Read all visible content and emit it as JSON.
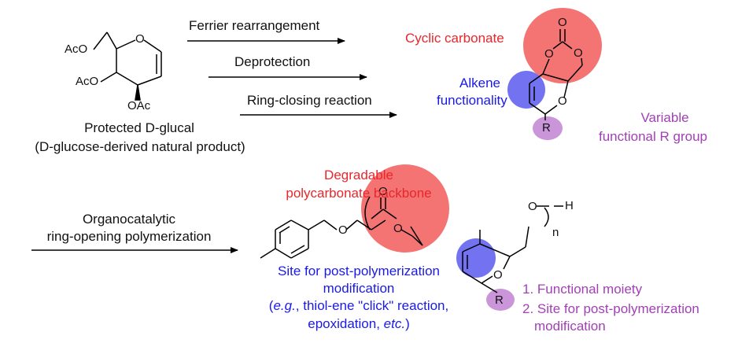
{
  "colors": {
    "red_region": "#f25c5c",
    "blue_region": "#5b5bf0",
    "purple_region": "#c58ad6",
    "red_text": "#e8262b",
    "blue_text": "#1a1ae6",
    "purple_text": "#a23fb6"
  },
  "reagent": {
    "atoms": {
      "aco_top": "AcO",
      "aco_mid": "AcO",
      "oac": "OAc",
      "ring_o": "O"
    },
    "name_prefix": "Protected ",
    "name_letter": "D",
    "name_suffix": "-glucal",
    "origin_open": "(",
    "origin_letter": "D",
    "origin_suffix": "-glucose-derived natural product)"
  },
  "steps": {
    "step1": "Ferrier rearrangement",
    "step2": "Deprotection",
    "step3": "Ring-closing reaction"
  },
  "monomer": {
    "atoms": {
      "carbonyl_o": "O",
      "o_left": "O",
      "o_right": "O",
      "ring_o": "O",
      "r": "R"
    },
    "label_carbonate": "Cyclic carbonate",
    "label_alkene_1": "Alkene",
    "label_alkene_2": "functionality",
    "label_r_1": "Variable",
    "label_r_2": "functional R group"
  },
  "polymerization": {
    "line1": "Organocatalytic",
    "line2": "ring-opening polymerization"
  },
  "polymer": {
    "atoms": {
      "o_benzyl": "O",
      "carbonyl_o": "O",
      "o_ring_side": "O",
      "o_end": "O",
      "h": "H",
      "n": "n",
      "ring_o": "O",
      "r": "R"
    },
    "label_backbone_1": "Degradable",
    "label_backbone_2": "polycarbonate backbone",
    "label_site_1": "Site for post-polymerization",
    "label_site_2": "modification",
    "label_site_3_eg": "e.g.",
    "label_site_3_rest": ", thiol-ene \"click\" reaction,",
    "label_site_4_pre": "epoxidation, ",
    "label_site_4_etc": "etc.",
    "label_site_4_post": ")",
    "label_site_open": "(",
    "label_r_item1": "1. Functional moiety",
    "label_r_item2a": "2. Site for post-polymerization",
    "label_r_item2b": "modification"
  }
}
